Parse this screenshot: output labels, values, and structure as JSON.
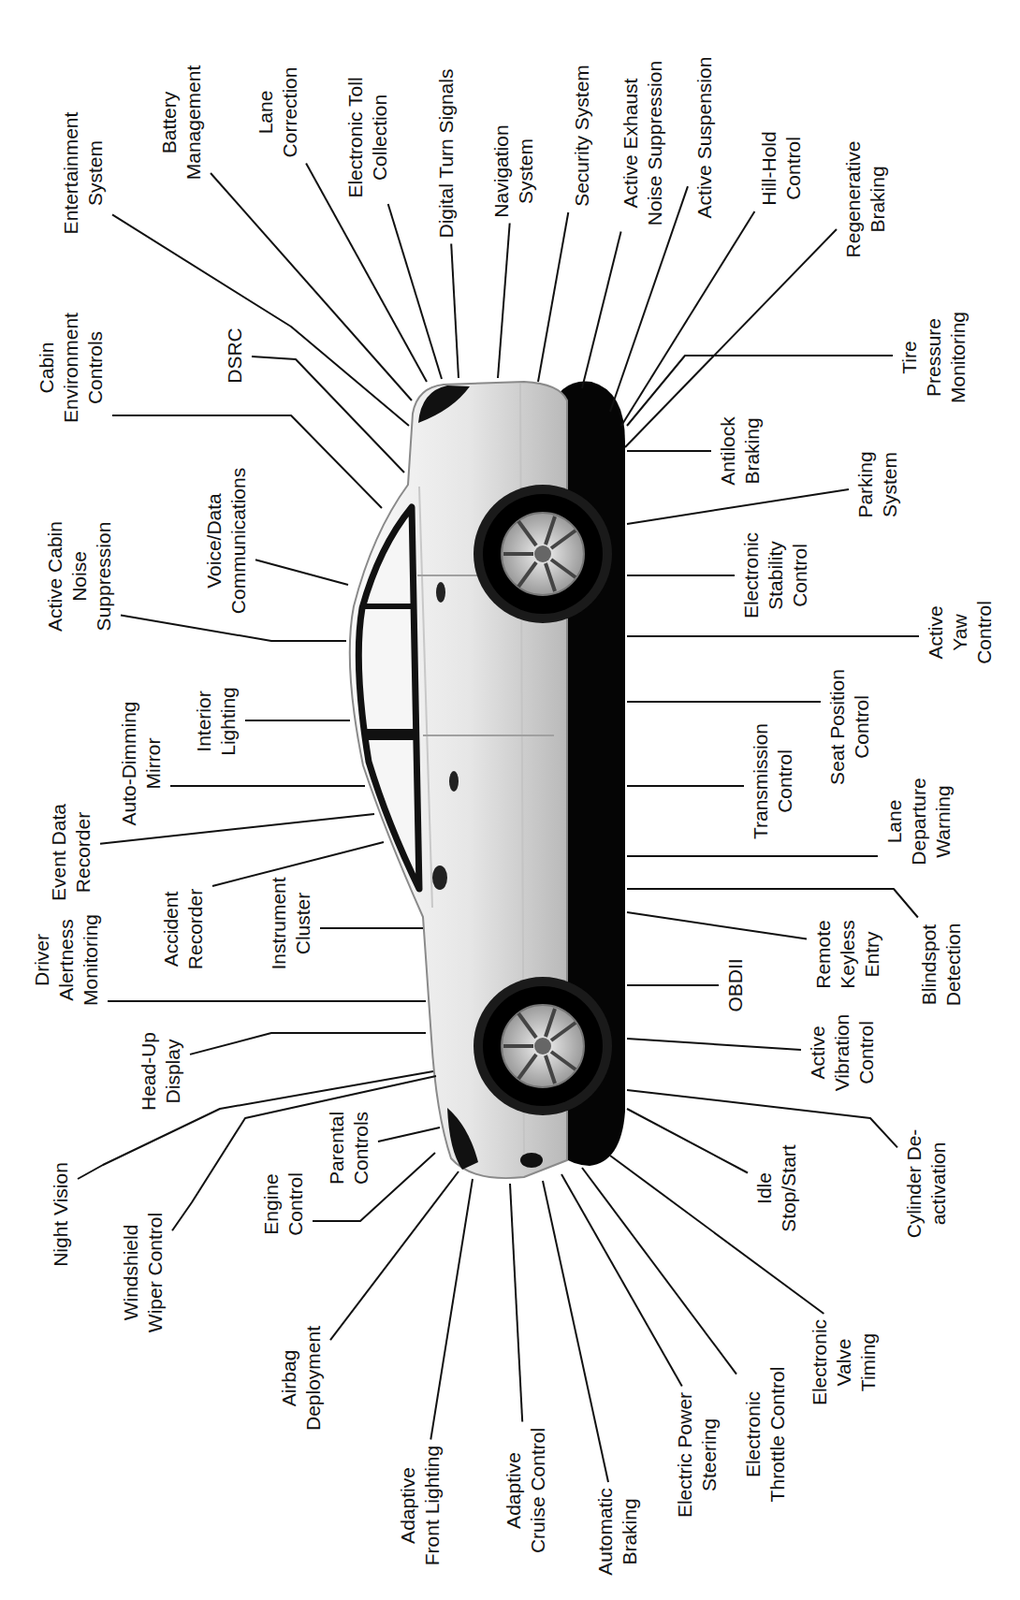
{
  "diagram": {
    "labels": [
      "Night Vision",
      "Windshield Wiper Control",
      "Head-Up Display",
      "Driver Alertness Monitoring",
      "Accident Recorder",
      "Event Data Recorder",
      "Instrument Cluster",
      "Auto-Dimming Mirror",
      "Interior Lighting",
      "Active Cabin Noise Suppression",
      "Voice/Data Communications",
      "Cabin Environment Controls",
      "DSRC",
      "Entertainment System",
      "Battery Management",
      "Lane Correction",
      "Electronic Toll Collection",
      "Digital Turn Signals",
      "Navigation System",
      "Security System",
      "Active Exhaust Noise Suppression",
      "Active Suspension",
      "Hill-Hold Control",
      "Regenerative Braking",
      "Tire Pressure Monitoring",
      "Antilock Braking",
      "Parking System",
      "Electronic Stability Control",
      "Active Yaw Control",
      "Seat Position Control",
      "Transmission Control",
      "Lane Departure Warning",
      "Remote Keyless Entry",
      "Blindspot Detection",
      "OBDII",
      "Active Vibration Control",
      "Idle Stop/Start",
      "Cylinder De-activation",
      "Electronic Valve Timing",
      "Electronic Throttle Control",
      "Electric Power Steering",
      "Automatic Braking",
      "Adaptive Cruise Control",
      "Adaptive Front Lighting",
      "Airbag Deployment",
      "Engine Control",
      "Parental Controls"
    ]
  }
}
